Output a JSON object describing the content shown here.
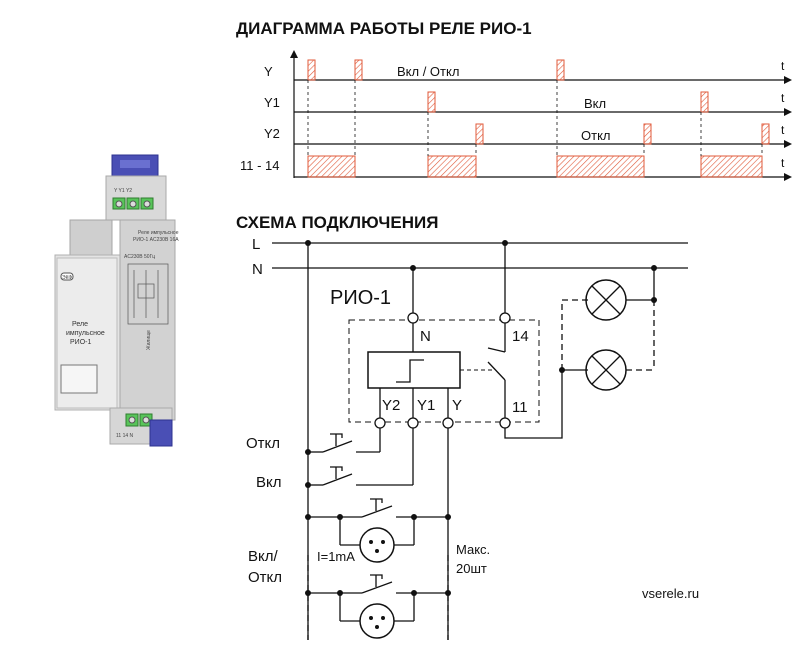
{
  "timing": {
    "title": "ДИАГРАММА РАБОТЫ РЕЛЕ РИО-1",
    "time_symbol": "t",
    "rows": [
      {
        "label": "Y",
        "note": "Вкл / Откл"
      },
      {
        "label": "Y1",
        "note": "Вкл"
      },
      {
        "label": "Y2",
        "note": "Откл"
      },
      {
        "label": "11 - 14",
        "note": ""
      }
    ]
  },
  "wiring": {
    "title": "СХЕМА ПОДКЛЮЧЕНИЯ",
    "bus_l": "L",
    "bus_n": "N",
    "device_name": "РИО-1",
    "term_n": "N",
    "term_14": "14",
    "term_11": "11",
    "term_y2": "Y2",
    "term_y1": "Y1",
    "term_y": "Y",
    "btn_off": "Откл",
    "btn_on": "Вкл",
    "btn_toggle_1": "Вкл/",
    "btn_toggle_2": "Откл",
    "current_note": "I=1mA",
    "max_note_1": "Макс.",
    "max_note_2": "20шт"
  },
  "device": {
    "brand": "ЭКФ",
    "top_terminals": "Y  Y1  Y2",
    "bottom_terminals": "11  14  N",
    "front_1": "Реле",
    "front_2": "импульсное",
    "front_3": "РИО-1",
    "spec_1": "Реле импульсное",
    "spec_2": "РИО-1 AC230В 16А",
    "spec_3": "AC230В 50Гц",
    "logo_text": "Жилище"
  },
  "watermark": "vserele.ru"
}
